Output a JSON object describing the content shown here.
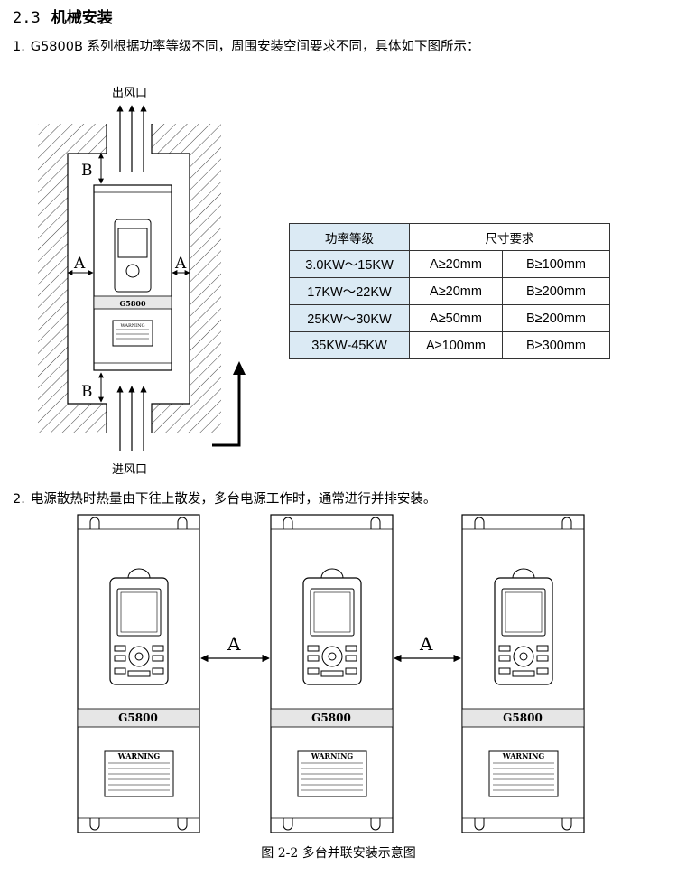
{
  "section": {
    "number": "2.3",
    "title": "机械安装"
  },
  "item1": {
    "num": "1.",
    "text": "G5800B 系列根据功率等级不同，周围安装空间要求不同，具体如下图所示："
  },
  "diagram1": {
    "outlet_label": "出风口",
    "inlet_label": "进风口",
    "gap_a": "A",
    "gap_b": "B",
    "brand": "G5800",
    "warning": "WARNING"
  },
  "table": {
    "headers": [
      "功率等级",
      "尺寸要求"
    ],
    "rows": [
      [
        "3.0KW～15KW",
        "A≥20mm",
        "B≥100mm"
      ],
      [
        "17KW～22KW",
        "A≥20mm",
        "B≥200mm"
      ],
      [
        "25KW～30KW",
        "A≥50mm",
        "B≥200mm"
      ],
      [
        "35KW-45KW",
        "A≥100mm",
        "B≥300mm"
      ]
    ]
  },
  "item2": {
    "num": "2.",
    "text": "电源散热时热量由下往上散发，多台电源工作时，通常进行并排安装。"
  },
  "diagram2": {
    "gap_label": "A",
    "brand": "G5800",
    "warning": "WARNING"
  },
  "caption": "图 2-2 多台并联安装示意图"
}
